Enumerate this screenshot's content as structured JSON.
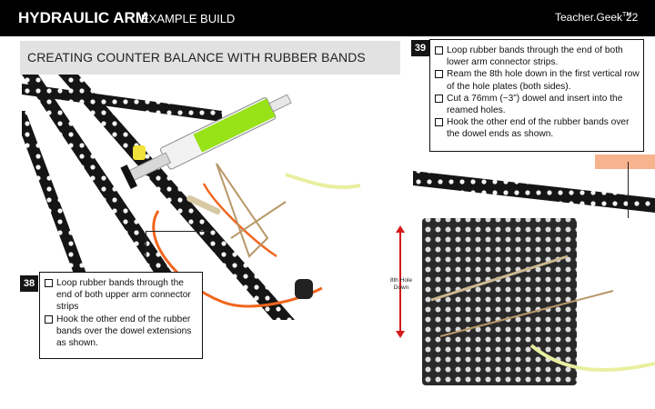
{
  "header": {
    "title": "HYDRAULIC ARM",
    "subtitle": "EXAMPLE BUILD",
    "brand": "Teacher.Geek",
    "brand_mark": "TM",
    "page_number": "22"
  },
  "section": {
    "title": "CREATING COUNTER BALANCE WITH RUBBER BANDS"
  },
  "steps": [
    {
      "number": "38",
      "items": [
        "Loop rubber bands through the end of both upper arm connector strips",
        "Hook the other end of the rubber bands over the dowel extensions as shown."
      ]
    },
    {
      "number": "39",
      "items": [
        "Loop rubber bands through the end of both lower arm connector strips.",
        "Ream the 8th hole down in the first vertical row of the hole plates (both sides).",
        "Cut a 76mm (~3”) dowel and insert into the reamed holes.",
        "Hook the other end of the rubber bands over the dowel ends as shown."
      ]
    }
  ],
  "annotation": {
    "line1": "8th Hole",
    "line2": "Down"
  },
  "colors": {
    "header_bg": "#000000",
    "section_bg": "#e2e2e2",
    "syringe_fluid": "#8ee000",
    "rubber_band": "#b89868",
    "wire": "#f0661e",
    "tubing": "#e8f0a0",
    "strip": "#151515"
  }
}
